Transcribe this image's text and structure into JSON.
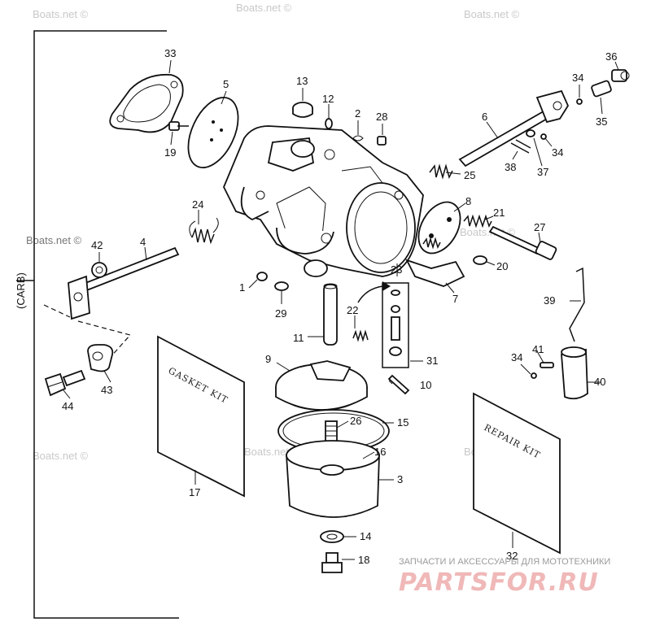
{
  "diagram": {
    "side_label": "(CARB)",
    "callouts": [
      "1",
      "2",
      "3",
      "4",
      "5",
      "6",
      "7",
      "8",
      "9",
      "10",
      "11",
      "12",
      "13",
      "14",
      "15",
      "16",
      "17",
      "18",
      "19",
      "20",
      "21",
      "22",
      "23",
      "24",
      "25",
      "26",
      "27",
      "28",
      "29",
      "31",
      "32",
      "33",
      "34",
      "35",
      "36",
      "37",
      "38",
      "39",
      "40",
      "41",
      "42",
      "43",
      "44"
    ],
    "callout_34_repeats": [
      "34",
      "34"
    ],
    "gasket_kit_text": "GASKET KIT",
    "repair_kit_text": "REPAIR KIT"
  },
  "watermarks": {
    "boats_net": "Boats.net ©"
  },
  "branding": {
    "tagline": "ЗАПЧАСТИ И АКСЕССУАРЫ ДЛЯ МОТОТЕХНИКИ",
    "logo_text": "PARTSFOR.RU",
    "logo_color": "#f0b8b8"
  }
}
